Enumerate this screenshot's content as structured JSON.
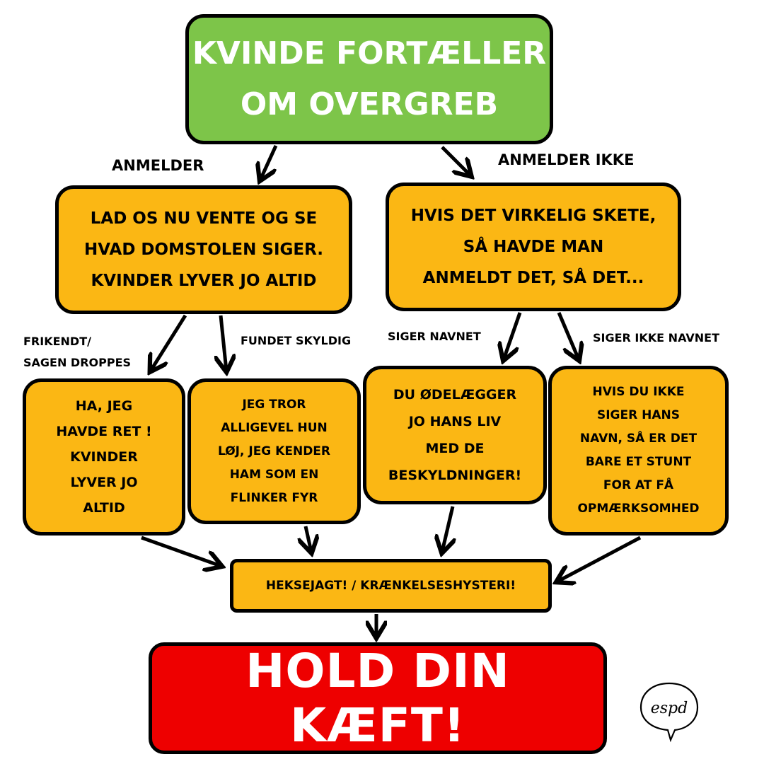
{
  "nodes": {
    "top": "KVINDE FORTÆLLER\nOM OVERGREB",
    "left": "LAD OS NU VENTE OG SE\nHVAD DOMSTOLEN SIGER.\nKVINDER LYVER JO ALTID",
    "right": "HVIS DET VIRKELIG SKETE,\nSÅ HAVDE MAN\nANMELDT DET, SÅ DET...",
    "b1": "HA, JEG\nHAVDE RET !\nKVINDER\nLYVER JO\nALTID",
    "b2": "JEG TROR\nALLIGEVEL HUN\nLØJ, JEG KENDER\nHAM SOM EN\nFLINKER FYR",
    "b3": "DU ØDELÆGGER\nJO HANS LIV\nMED DE\nBESKYLDNINGER!",
    "b4": "HVIS DU IKKE\nSIGER HANS\nNAVN, SÅ ER DET\nBARE ET STUNT\nFOR AT FÅ\nOPMÆRKSOMHED",
    "hex": "HEKSEJAGT! / KRÆNKELSESHYSTERI!",
    "hold": "HOLD DIN KÆFT!"
  },
  "edge_labels": {
    "anmelder": "ANMELDER",
    "anmelder_ikke": "ANMELDER IKKE",
    "frikendt": "FRIKENDT/\nSAGEN DROPPES",
    "fundet_skyldig": "FUNDET SKYLDIG",
    "siger_navnet": "SIGER NAVNET",
    "siger_ikke_navnet": "SIGER IKKE NAVNET"
  },
  "signature": "espd",
  "colors": {
    "green": "#7dc549",
    "orange": "#fbb714",
    "red": "#ee0000"
  }
}
